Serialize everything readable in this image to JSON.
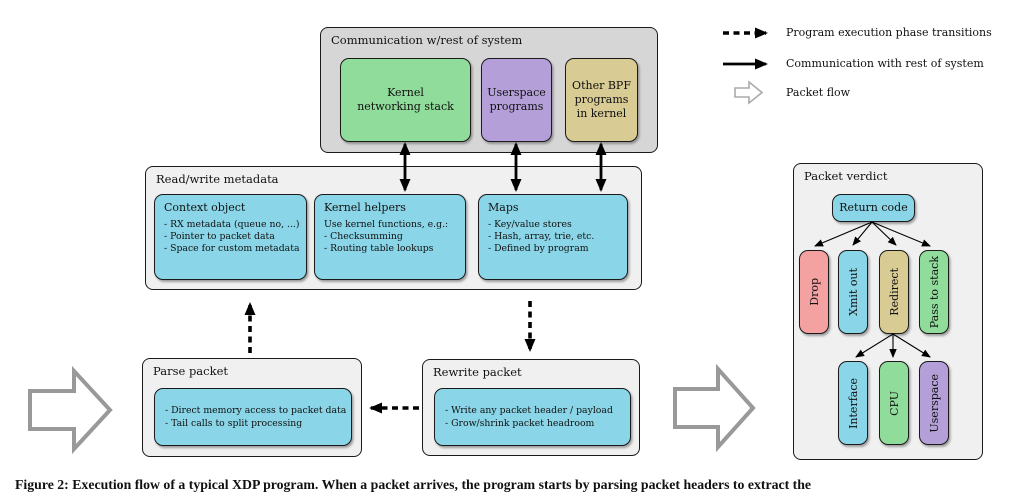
{
  "legend": {
    "items": [
      {
        "label": "Program execution phase transitions"
      },
      {
        "label": "Communication with rest of system"
      },
      {
        "label": "Packet flow"
      }
    ]
  },
  "communication": {
    "title": "Communication w/rest of system",
    "boxes": [
      {
        "label": "Kernel networking stack",
        "color": "green"
      },
      {
        "label": "Userspace programs",
        "color": "purple"
      },
      {
        "label": "Other BPF programs in kernel",
        "color": "tan"
      }
    ]
  },
  "metadata": {
    "title": "Read/write metadata",
    "boxes": [
      {
        "title": "Context object",
        "lines": [
          "- RX metadata (queue no, ...)",
          "- Pointer to packet data",
          "- Space for custom metadata"
        ]
      },
      {
        "title": "Kernel helpers",
        "lines": [
          "Use kernel functions, e.g.:",
          "- Checksumming",
          "- Routing table lookups"
        ]
      },
      {
        "title": "Maps",
        "lines": [
          "- Key/value stores",
          "- Hash, array, trie, etc.",
          "- Defined by program"
        ]
      }
    ]
  },
  "parse": {
    "title": "Parse packet",
    "lines": [
      "- Direct memory access to packet data",
      "- Tail calls to split processing"
    ]
  },
  "rewrite": {
    "title": "Rewrite packet",
    "lines": [
      "- Write any packet header / payload",
      "- Grow/shrink packet headroom"
    ]
  },
  "verdict": {
    "title": "Packet verdict",
    "return_code": "Return code",
    "outcomes": [
      {
        "label": "Drop",
        "color": "pink"
      },
      {
        "label": "Xmit out",
        "color": "cyan"
      },
      {
        "label": "Redirect",
        "color": "tan"
      },
      {
        "label": "Pass to stack",
        "color": "green"
      }
    ],
    "redirect_targets": [
      {
        "label": "Interface",
        "color": "cyan"
      },
      {
        "label": "CPU",
        "color": "green"
      },
      {
        "label": "Userspace",
        "color": "purple"
      }
    ]
  },
  "caption": "Figure 2: Execution flow of a typical XDP program. When a packet arrives, the program starts by parsing packet headers to extract the",
  "colors": {
    "cyan": "#8ad6e8",
    "green": "#90dc9a",
    "purple": "#b49fd8",
    "tan": "#d8cb94",
    "pink": "#f4a1a1",
    "outer_box_gray": "#d6d6d6",
    "panel_gray": "#f0f0f0",
    "packet_flow_arrow_gray": "#999999"
  }
}
